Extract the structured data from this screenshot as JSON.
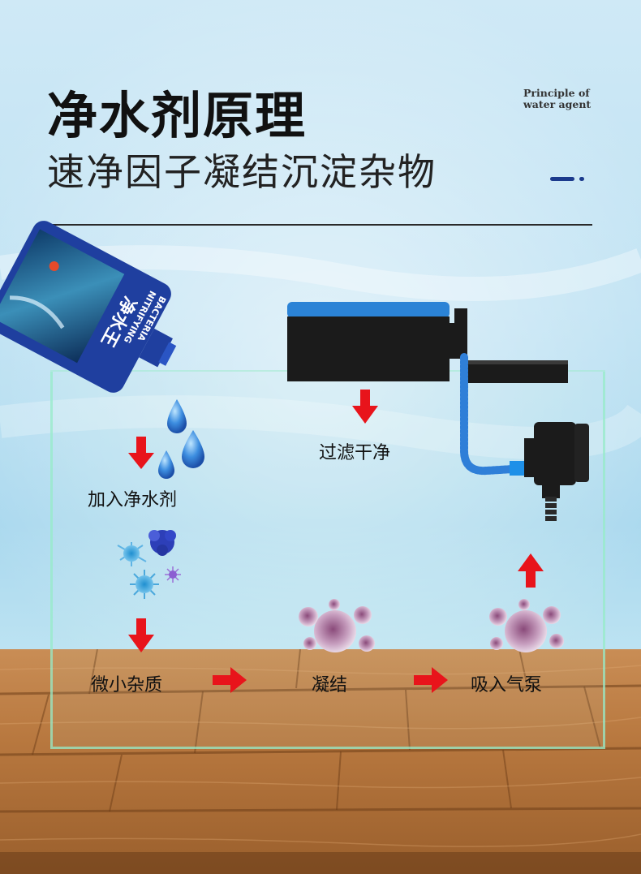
{
  "heading": {
    "title": "净水剂原理",
    "subtitle": "速净因子凝结沉淀杂物",
    "english_line1": "Principle of",
    "english_line2": "water agent"
  },
  "bottle": {
    "brand": "净水王",
    "english_label_1": "NITRIFYING",
    "english_label_2": "BACTERIA"
  },
  "steps": {
    "add": "加入净水剂",
    "filter": "过滤干净",
    "tiny": "微小杂质",
    "flocculate": "凝结",
    "pump": "吸入气泵"
  },
  "colors": {
    "arrow": "#e8141b",
    "bottle": "#1f3f9f",
    "filter_top": "#2b83d6",
    "hose": "#2f7fd8",
    "drop": "#2f8be0",
    "title": "#111111",
    "accent": "#1b3a8c"
  },
  "icons": [
    "bottle-icon",
    "water-drop-icon",
    "bacteria-icon",
    "filter-box-icon",
    "hose-icon",
    "pump-icon",
    "arrow-down-icon",
    "arrow-right-icon",
    "arrow-up-icon",
    "particle-cluster-icon"
  ]
}
